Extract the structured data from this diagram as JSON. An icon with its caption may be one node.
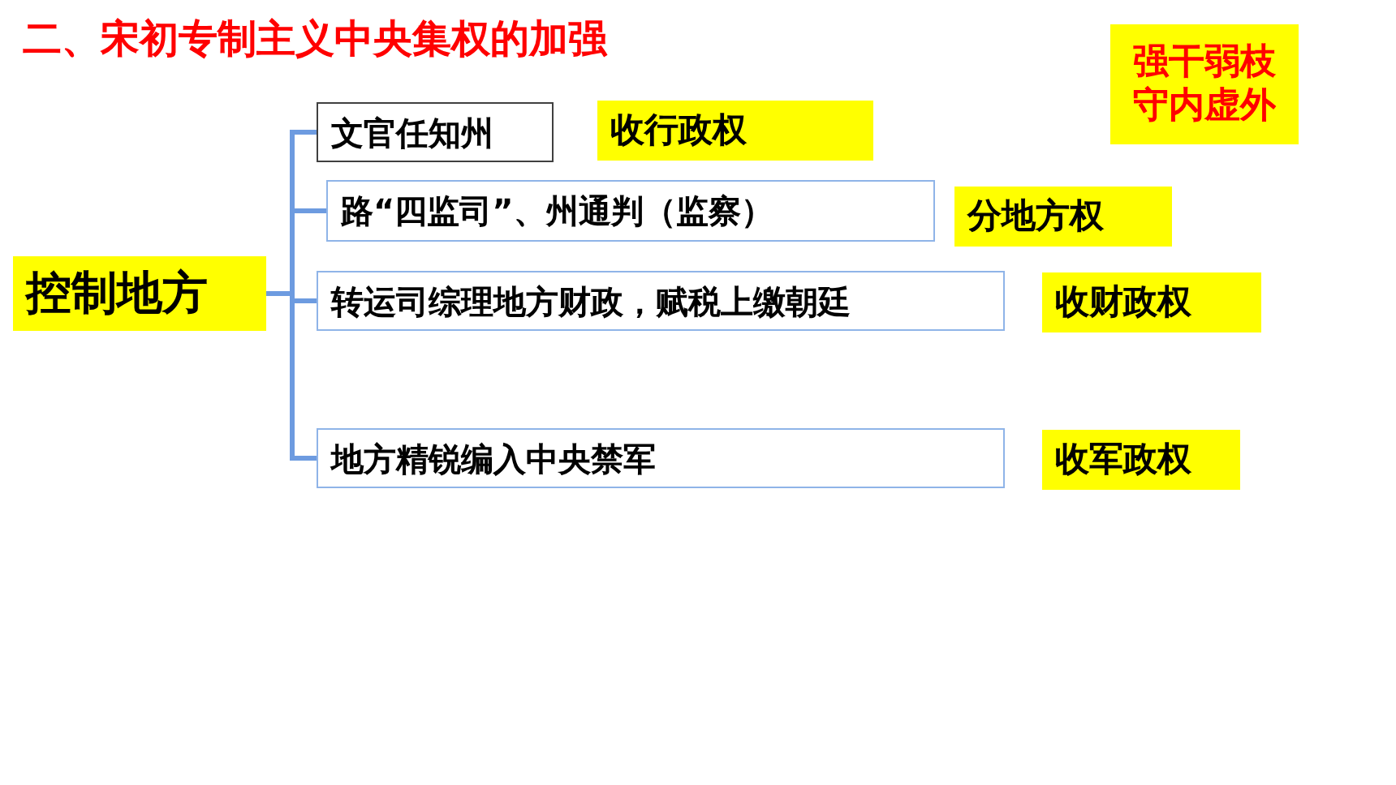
{
  "diagram": {
    "title": "二、宋初专制主义中央集权的加强",
    "nodes": [
      {
        "text": [
          "控制地方"
        ]
      },
      {
        "text": [
          "文官任知州"
        ]
      },
      {
        "text": [
          "路“四监司”、州通判（监察）"
        ]
      },
      {
        "text": [
          "转运司综理地方财政，赋税上缴朝廷"
        ]
      },
      {
        "text": [
          "地方精锐编入中央禁军"
        ]
      },
      {
        "text": [
          "收行政权"
        ]
      },
      {
        "text": [
          "分地方权"
        ]
      },
      {
        "text": [
          "收财政权"
        ]
      },
      {
        "text": [
          "收军政权"
        ]
      },
      {
        "text": [
          "强干弱枝",
          "守内虚外"
        ]
      }
    ],
    "edges": [
      {
        "from": 0,
        "to": 1,
        "arrow": "none"
      },
      {
        "from": 0,
        "to": 2,
        "arrow": "none"
      },
      {
        "from": 0,
        "to": 3,
        "arrow": "none"
      },
      {
        "from": 0,
        "to": 4,
        "arrow": "none"
      }
    ]
  }
}
